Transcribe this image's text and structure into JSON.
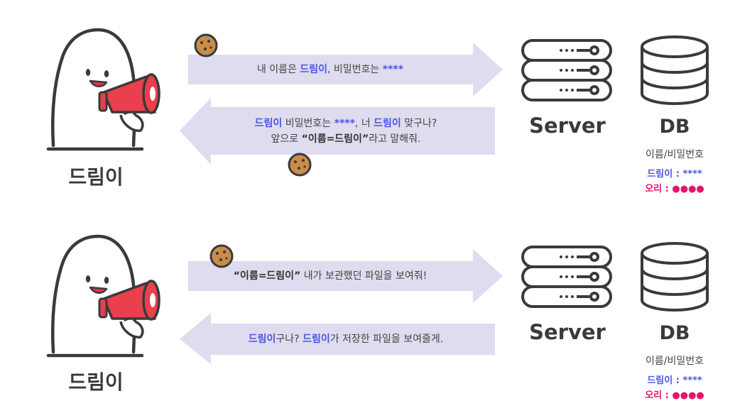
{
  "panels": [
    {
      "character_name": "드림이",
      "arrow_right": {
        "pre": "내 이름은 ",
        "name": "드림이",
        "mid": ", 비밀번호는 ",
        "pw": "****"
      },
      "arrow_left": {
        "line1_name1": "드림이",
        "line1_a": " 비밀번호는 ",
        "line1_pw": "****",
        "line1_b": ", 너 ",
        "line1_name2": "드림이",
        "line1_c": " 맞구나?",
        "line2_a": "앞으로 ",
        "line2_quote": "“이름=드림이”",
        "line2_b": "라고 말해줘."
      },
      "server_label": "Server",
      "db_label": "DB",
      "db_sub": "이름/비밀번호",
      "db_row1_name": "드림이",
      "db_row1_val": " : ****",
      "db_row2_name": "오리",
      "db_row2_val": " : ●●●●"
    },
    {
      "character_name": "드림이",
      "arrow_right": {
        "quote": "“이름=드림이”",
        "rest": " 내가 보관했던 파일을 보여줘!"
      },
      "arrow_left": {
        "name1": "드림이",
        "a": "구나? ",
        "name2": "드림이",
        "b": "가 저장한 파일을 보여줄게."
      },
      "server_label": "Server",
      "db_label": "DB",
      "db_sub": "이름/비밀번호",
      "db_row1_name": "드림이",
      "db_row1_val": " : ****",
      "db_row2_name": "오리",
      "db_row2_val": " : ●●●●"
    }
  ],
  "colors": {
    "arrow_fill": "#dedcee",
    "highlight_blue": "#4a56e2",
    "highlight_pink": "#e0156b",
    "megaphone_red": "#ea3f4c",
    "cookie": "#c98d4a",
    "outline": "#3a3a3a"
  }
}
